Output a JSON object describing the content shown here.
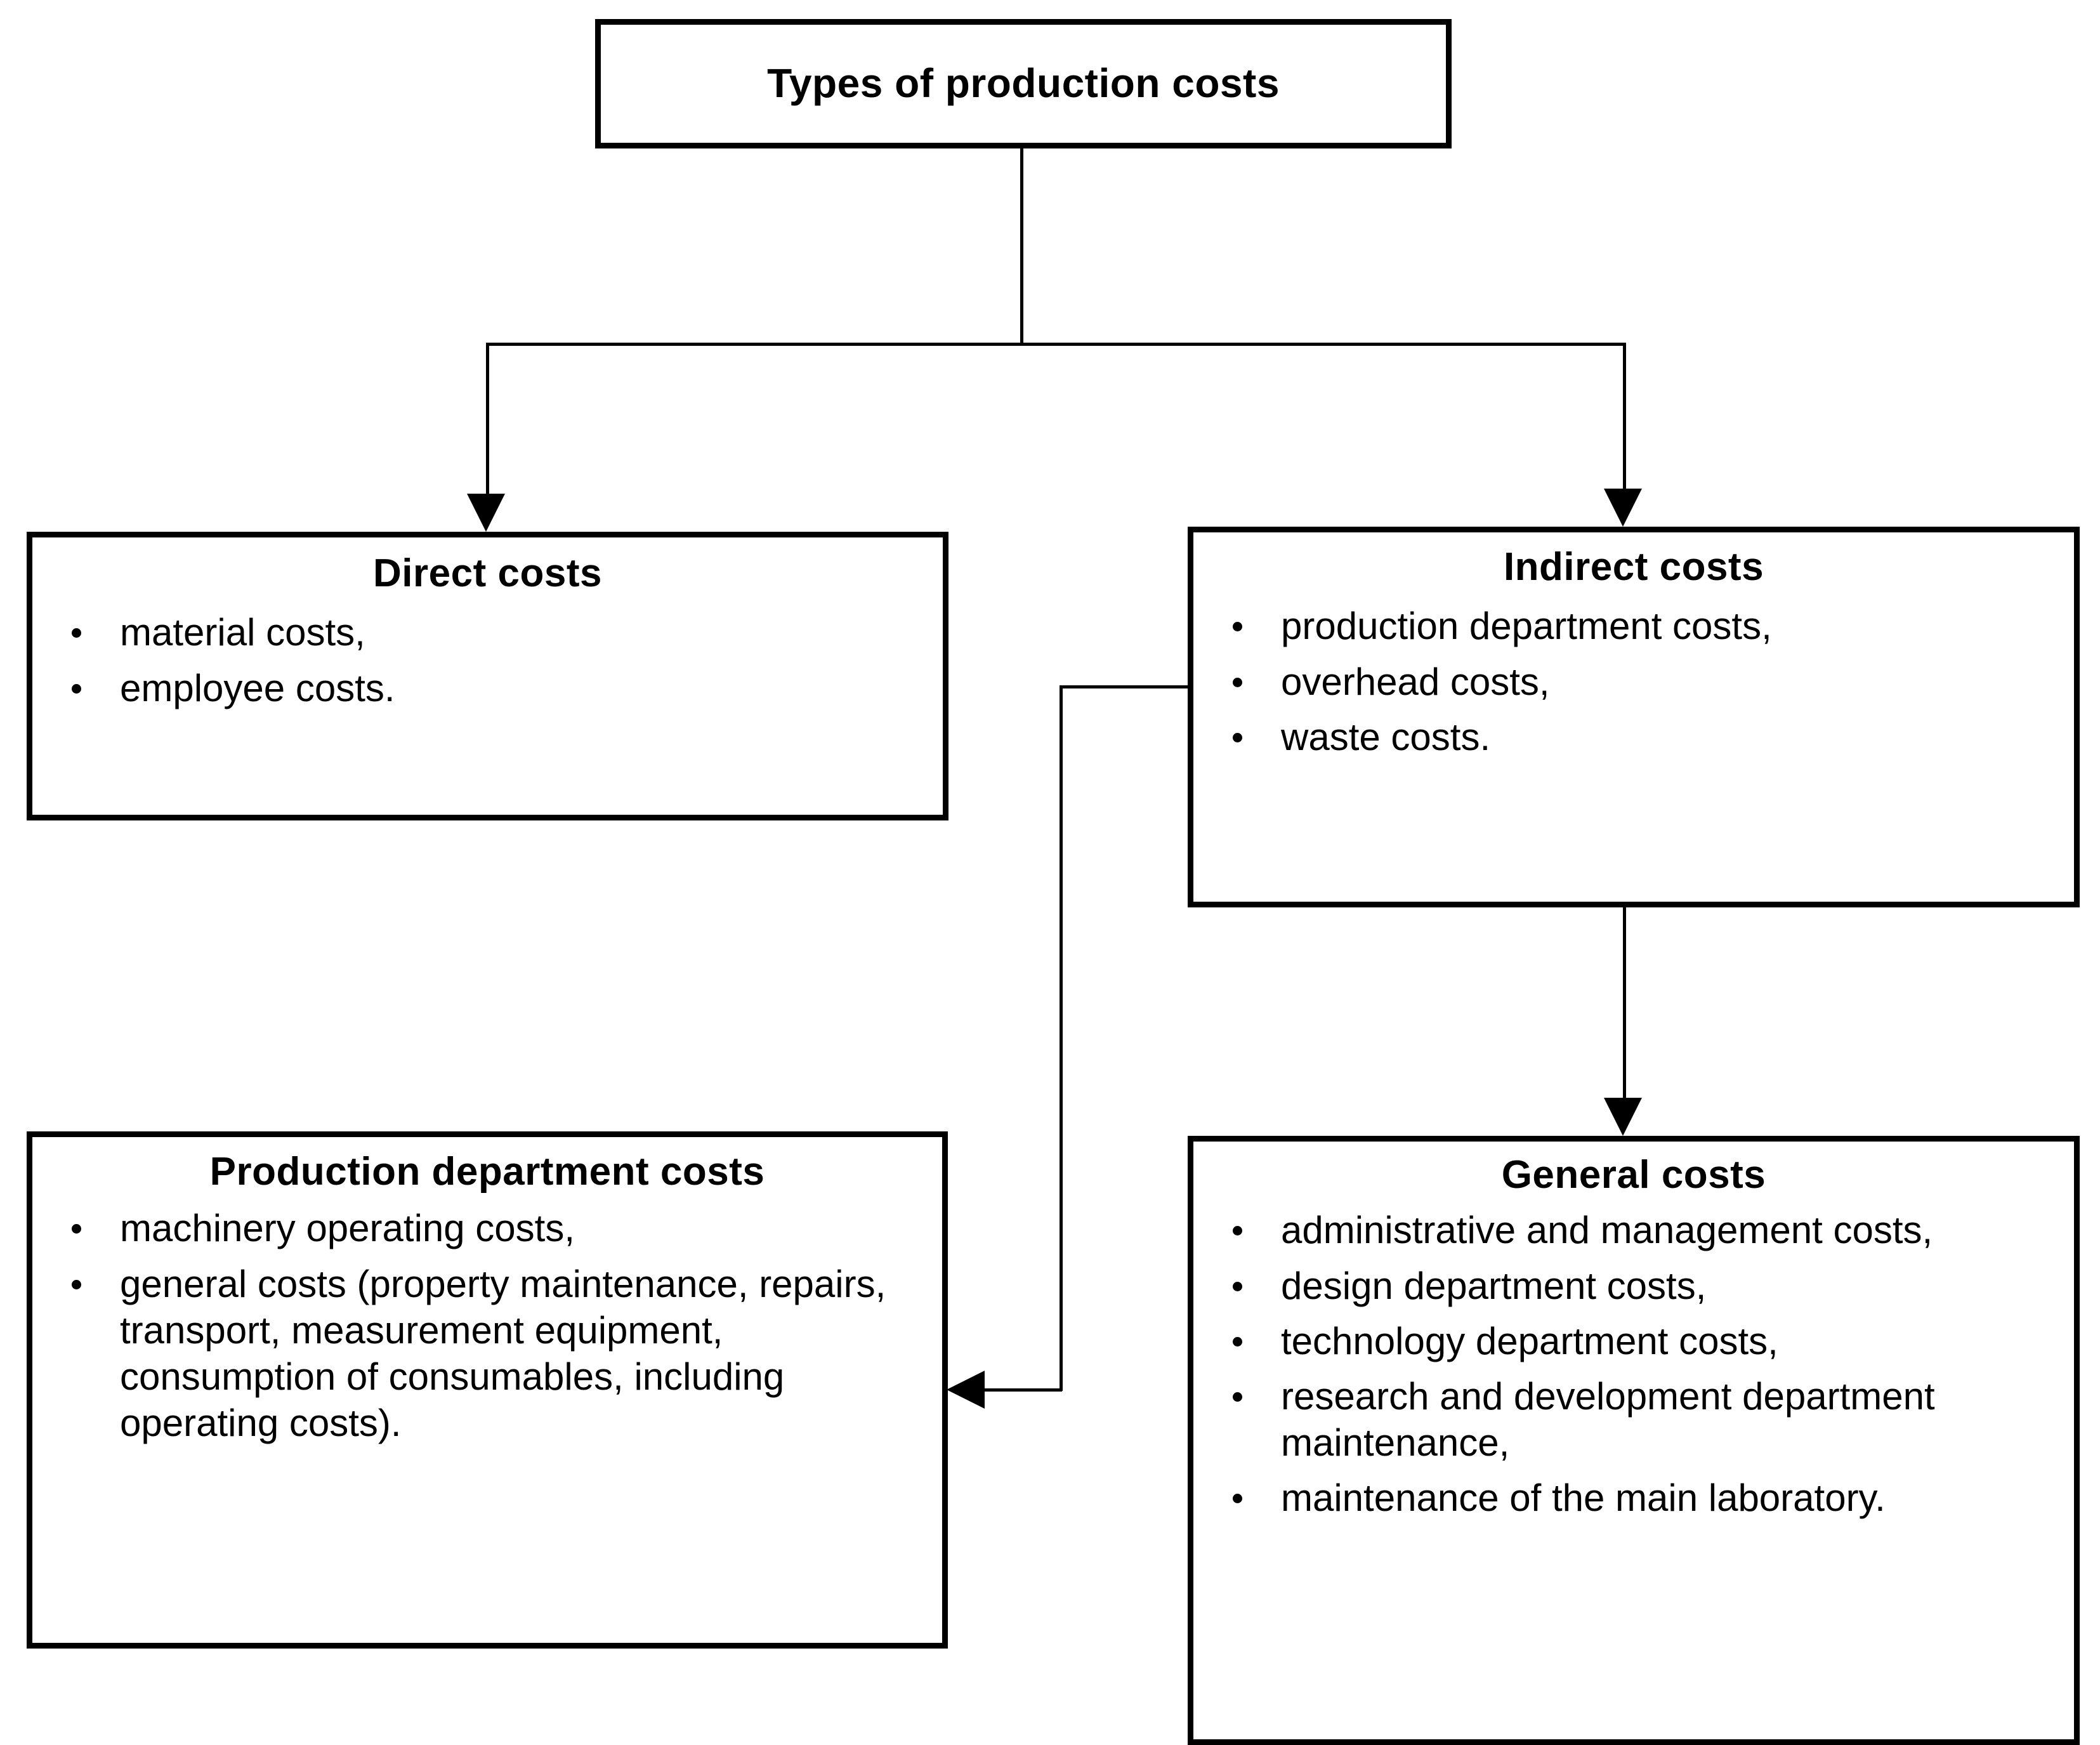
{
  "diagram": {
    "title": "Types of production costs",
    "nodes": {
      "root": {
        "title": "Types of production costs"
      },
      "direct": {
        "title": "Direct costs",
        "items": [
          "material costs,",
          "employee costs."
        ]
      },
      "indirect": {
        "title": "Indirect costs",
        "items": [
          "production department costs,",
          "overhead costs,",
          "waste costs."
        ]
      },
      "production": {
        "title": "Production department costs",
        "items": [
          "machinery operating costs,",
          "general costs (property maintenance, repairs, transport, measurement equipment, consumption of consumables, including operating costs)."
        ]
      },
      "general": {
        "title": "General costs",
        "items": [
          "administrative and management costs,",
          "design department costs,",
          "technology department costs,",
          "research and development department maintenance,",
          "maintenance of the main laboratory."
        ]
      }
    },
    "connectors": [
      {
        "name": "root-to-direct",
        "from": "root",
        "to": "direct",
        "style": "elbow-arrow-down"
      },
      {
        "name": "root-to-indirect",
        "from": "root",
        "to": "indirect",
        "style": "elbow-arrow-down"
      },
      {
        "name": "indirect-to-general",
        "from": "indirect",
        "to": "general",
        "style": "arrow-down"
      },
      {
        "name": "indirect-to-production",
        "from": "indirect",
        "to": "production",
        "style": "elbow-arrow-left"
      }
    ],
    "colors": {
      "border": "#000000",
      "background": "#ffffff",
      "text": "#000000"
    }
  }
}
